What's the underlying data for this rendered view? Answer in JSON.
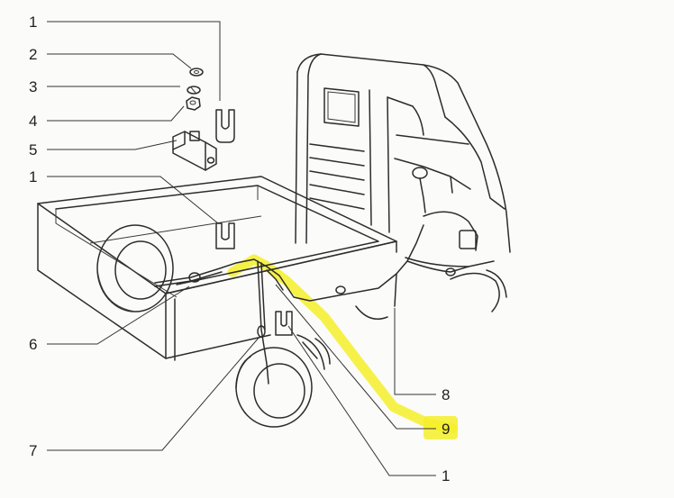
{
  "callouts": [
    {
      "id": "c1a",
      "label": "1"
    },
    {
      "id": "c2",
      "label": "2"
    },
    {
      "id": "c3",
      "label": "3"
    },
    {
      "id": "c4",
      "label": "4"
    },
    {
      "id": "c5",
      "label": "5"
    },
    {
      "id": "c1b",
      "label": "1"
    },
    {
      "id": "c6",
      "label": "6"
    },
    {
      "id": "c7",
      "label": "7"
    },
    {
      "id": "c8",
      "label": "8"
    },
    {
      "id": "c9",
      "label": "9"
    },
    {
      "id": "c1c",
      "label": "1"
    }
  ],
  "highlight": {
    "color": "#f5ef2a",
    "target_callout": "9"
  }
}
